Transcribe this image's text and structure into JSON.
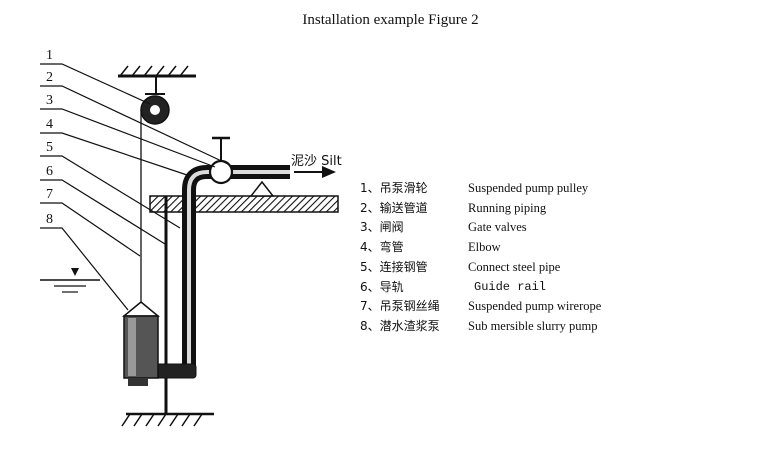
{
  "title": "Installation example Figure 2",
  "outlet_label": "泥沙  Silt",
  "callout_numbers": [
    "1",
    "2",
    "3",
    "4",
    "5",
    "6",
    "7",
    "8"
  ],
  "legend": [
    {
      "cn": "1、吊泵滑轮",
      "en": "Suspended pump pulley"
    },
    {
      "cn": "2、输送管道",
      "en": "Running piping"
    },
    {
      "cn": "3、闸阀",
      "en": "Gate valves"
    },
    {
      "cn": "4、弯管",
      "en": "Elbow"
    },
    {
      "cn": "5、连接钢管",
      "en": "Connect steel pipe"
    },
    {
      "cn": "6、导轨",
      "en": "Guide rail"
    },
    {
      "cn": "7、吊泵钢丝绳",
      "en": "Suspended pump wirerope"
    },
    {
      "cn": "8、潜水渣浆泵",
      "en": "Sub mersible slurry pump"
    }
  ],
  "colors": {
    "ink": "#111111",
    "background": "#ffffff"
  }
}
